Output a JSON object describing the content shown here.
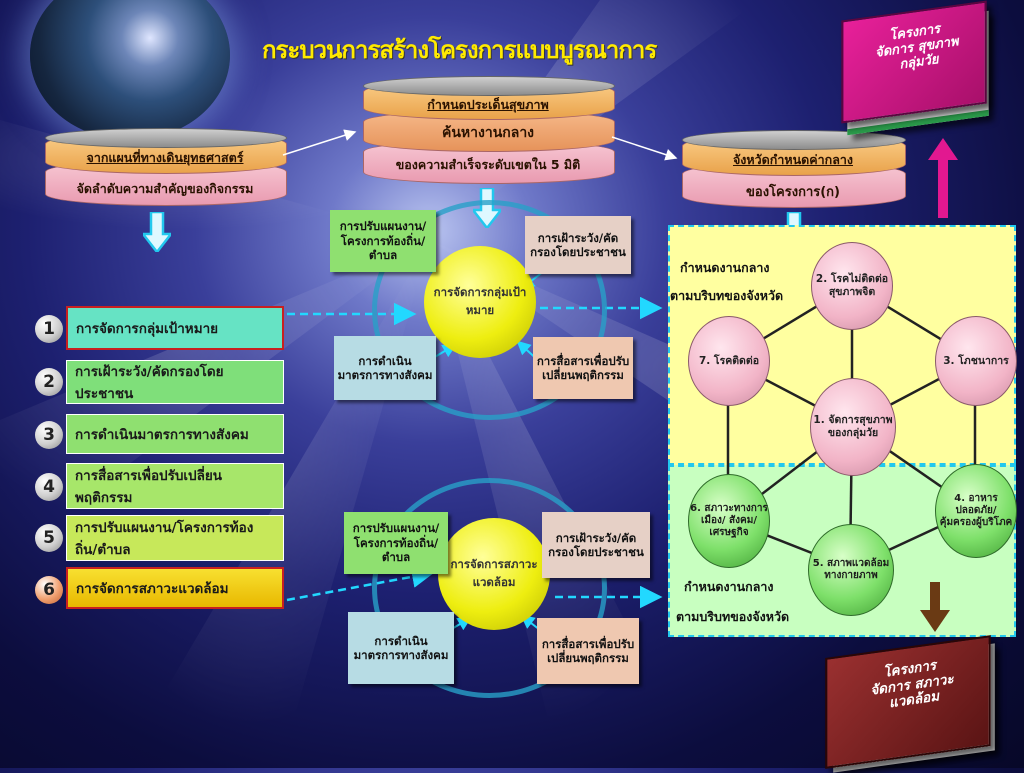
{
  "title": "กระบวนการสร้างโครงการแบบบูรณาการ",
  "left_cylinder": {
    "top_label": "จากแผนที่ทางเดินยุทธศาสตร์",
    "bottom_label": "จัดลำดับความสำคัญของกิจกรรม"
  },
  "center_cylinder": {
    "top_label": "กำหนดประเด็นสุขภาพ",
    "middle_label": "ค้นหางานกลาง",
    "bottom_label": "ของความสำเร็จระดับเขตใน 5 มิติ"
  },
  "right_cylinder": {
    "top_label": "จังหวัดกำหนดค่ากลาง",
    "bottom_label": "ของโครงการ(ก)"
  },
  "numbered_list": [
    {
      "num": "1",
      "label": "การจัดการกลุ่มเป้าหมาย",
      "color": "#66e3c4"
    },
    {
      "num": "2",
      "label": "การเฝ้าระวัง/คัดกรองโดยประชาชน",
      "color": "#7fdf7a"
    },
    {
      "num": "3",
      "label": "การดำเนินมาตรการทางสังคม",
      "color": "#8fe070"
    },
    {
      "num": "4",
      "label": "การสื่อสารเพื่อปรับเปลี่ยนพฤติกรรม",
      "color": "#a7e66a"
    },
    {
      "num": "5",
      "label": "การปรับแผนงาน/โครงการท้องถิ่น/ตำบล",
      "color": "#c7e85a"
    },
    {
      "num": "6",
      "label": "การจัดการสภาวะแวดล้อม",
      "color": "#f0d81a"
    }
  ],
  "upper_cluster": {
    "center": "การจัดการกลุ่มเป้าหมาย",
    "tl": "การปรับแผนงาน/โครงการท้องถิ่น/ตำบล",
    "tr": "การเฝ้าระวัง/คัดกรองโดยประชาชน",
    "bl": "การดำเนินมาตรการทางสังคม",
    "br": "การสื่อสารเพื่อปรับเปลี่ยนพฤติกรรม"
  },
  "lower_cluster": {
    "center": "การจัดการสภาวะแวดล้อม",
    "tl": "การปรับแผนงาน/โครงการท้องถิ่น/ตำบล",
    "tr": "การเฝ้าระวัง/คัดกรองโดยประชาชน",
    "bl": "การดำเนินมาตรการทางสังคม",
    "br": "การสื่อสารเพื่อปรับเปลี่ยนพฤติกรรม"
  },
  "right_panel": {
    "top_note_1": "กำหนดงานกลาง",
    "top_note_2": "ตามบริบทของจังหวัด",
    "bottom_note_1": "กำหนดงานกลาง",
    "bottom_note_2": "ตามบริบทของจังหวัด",
    "nodes": {
      "n1": "1. จัดการสุขภาพของกลุ่มวัย",
      "n2": "2. โรคไม่ติดต่อ สุขภาพจิต",
      "n3": "3. โภชนาการ",
      "n4": "4. อาหารปลอดภัย/ คุ้มครองผู้บริโภค",
      "n5": "5. สภาพแวดล้อมทางกายภาพ",
      "n6": "6. สภาวะทางการเมือง/ สังคม/ เศรษฐกิจ",
      "n7": "7. โรคติดต่อ"
    }
  },
  "book_top": "โครงการ จัดการ สุขภาพ กลุ่มวัย",
  "book_bottom": "โครงการ จัดการ สภาวะ แวดล้อม",
  "colors": {
    "title": "#ffea00",
    "panel_top": "#ffffa0",
    "panel_bottom": "#c8ffc0",
    "dash": "#22d8ff"
  }
}
